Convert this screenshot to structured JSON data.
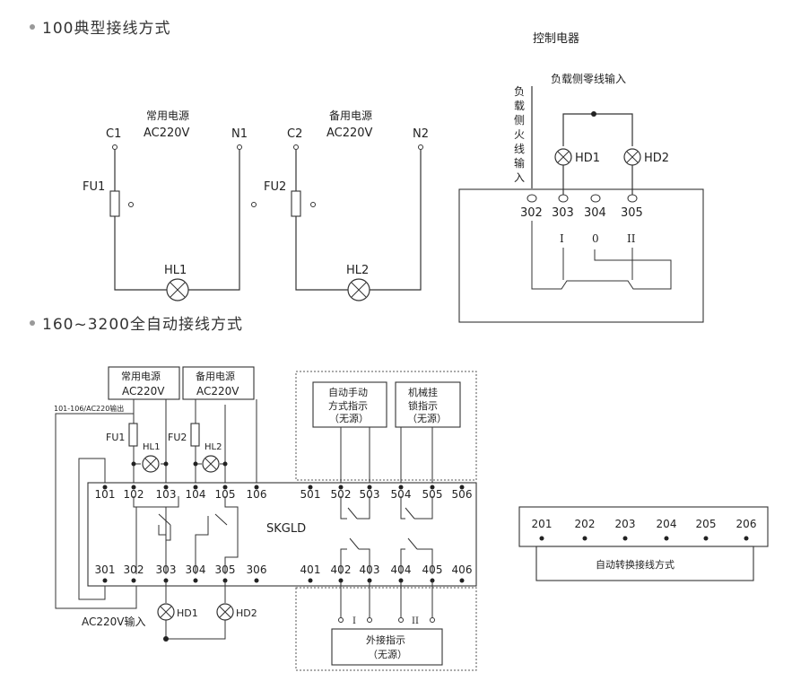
{
  "section1": {
    "title": "100典型接线方式"
  },
  "section2": {
    "title": "160~3200全自动接线方式"
  },
  "diagram1": {
    "left": {
      "c1": "C1",
      "n1": "N1",
      "fu1": "FU1",
      "src_name": "常用电源",
      "src_volt": "AC220V",
      "lamp": "HL1"
    },
    "right": {
      "c2": "C2",
      "n2": "N2",
      "fu2": "FU2",
      "src_name": "备用电源",
      "src_volt": "AC220V",
      "lamp": "HL2"
    }
  },
  "control": {
    "title": "控制电器",
    "neutral_in": "负载侧零线输入",
    "live_in": [
      "负",
      "载",
      "侧",
      "火",
      "线",
      "输",
      "入"
    ],
    "hd1": "HD1",
    "hd2": "HD2",
    "terms": [
      "302",
      "303",
      "304",
      "305"
    ],
    "pos": [
      "I",
      "0",
      "II"
    ]
  },
  "auto": {
    "main_src": [
      "常用电源",
      "AC220V"
    ],
    "back_src": [
      "备用电源",
      "AC220V"
    ],
    "out_label": "101-106/AC220输出",
    "fu1": "FU1",
    "fu2": "FU2",
    "hl1": "HL1",
    "hl2": "HL2",
    "top_terms": [
      "101",
      "102",
      "103",
      "104",
      "105",
      "106",
      "501",
      "502",
      "503",
      "504",
      "505",
      "506"
    ],
    "bot_terms": [
      "301",
      "302",
      "303",
      "304",
      "305",
      "306",
      "401",
      "402",
      "403",
      "404",
      "405",
      "406"
    ],
    "model": "SKGLD",
    "mode_ind": [
      "自动手动",
      "方式指示",
      "（无源）"
    ],
    "mech_ind": [
      "机械挂",
      "锁指示",
      "（无源）"
    ],
    "ext_ind": [
      "外接指示",
      "（无源）"
    ],
    "ext_pos": [
      "I",
      "II"
    ],
    "hd1": "HD1",
    "hd2": "HD2",
    "ac_in": "AC220V输入"
  },
  "switch_strip": {
    "terms": [
      "201",
      "202",
      "203",
      "204",
      "205",
      "206"
    ],
    "label": "自动转换接线方式"
  }
}
